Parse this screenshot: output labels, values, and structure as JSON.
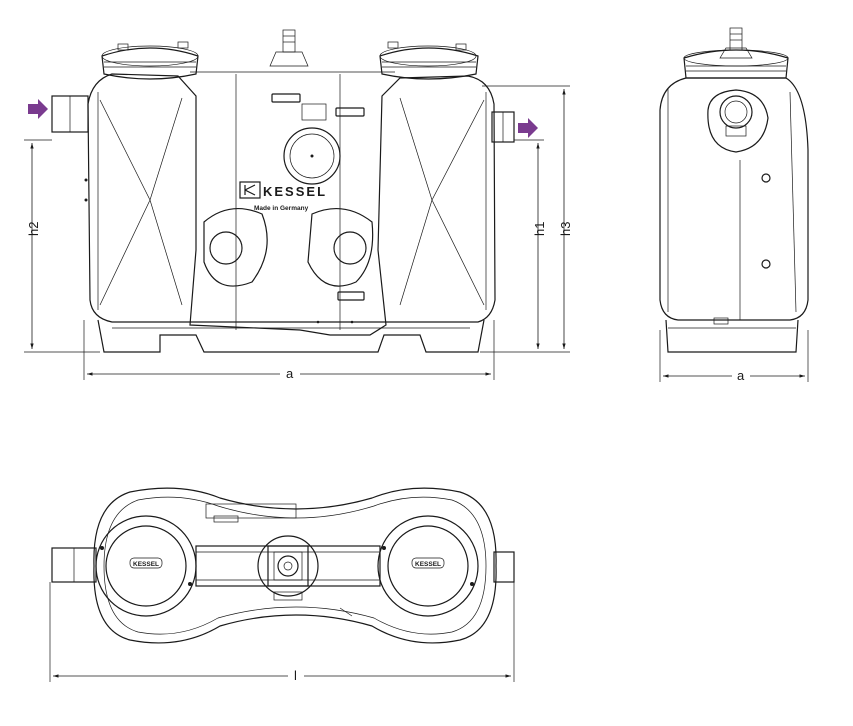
{
  "labels": {
    "front_width": "a",
    "side_width": "a",
    "top_length": "l",
    "h1": "h1",
    "h2": "h2",
    "h3": "h3"
  },
  "brand": {
    "name": "KESSEL",
    "tagline": "Made in Germany",
    "lid_mark": "KESSEL"
  },
  "colors": {
    "arrow": "#7a3b8f",
    "line": "#1a1a1a"
  }
}
